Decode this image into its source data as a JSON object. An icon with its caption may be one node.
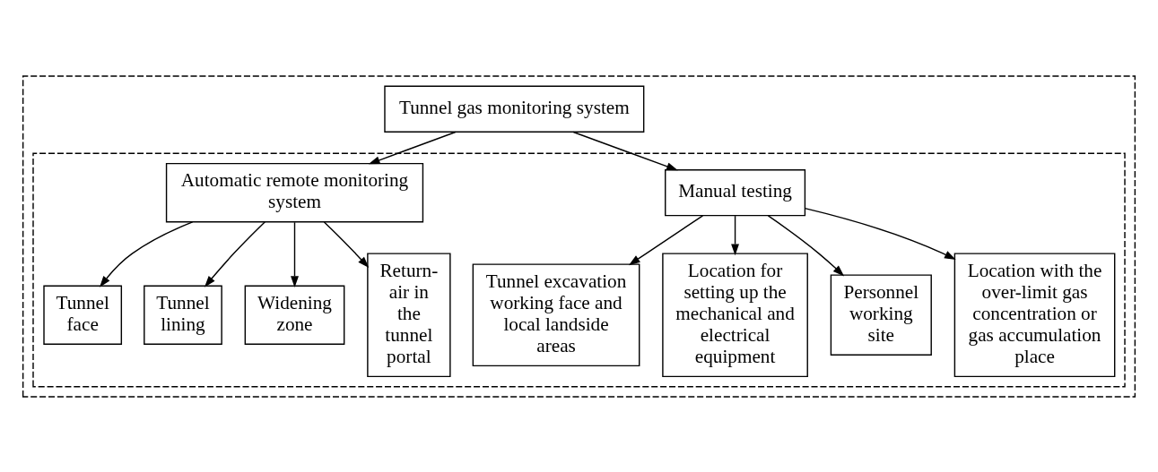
{
  "diagram": {
    "nodes": [
      {
        "text": [],
        "shape": "box"
      },
      {
        "text": [
          "Tunnel gas monitoring system"
        ],
        "in": 0
      },
      {
        "text": [],
        "shape": "box",
        "in": 0
      },
      {
        "text": [
          "Manual testing"
        ],
        "in": 2
      },
      {
        "text": [
          "Automatic remote monitoring system"
        ],
        "in": 2
      },
      {
        "text": [
          "Tunnel excavation working face and local landside areas"
        ],
        "in": 2
      },
      {
        "text": [
          "Location for setting up the mechanical and electrical equipment"
        ],
        "in": 2
      },
      {
        "text": [
          "Personnel working site"
        ],
        "in": 2
      },
      {
        "text": [
          "Location with the over-limit gas concentration or gas accumulation place"
        ],
        "in": 2
      },
      {
        "text": [
          "Tunnel face"
        ],
        "in": 2
      },
      {
        "text": [
          "Tunnel lining"
        ],
        "in": 2
      },
      {
        "text": [
          "Widening zone"
        ],
        "in": 2
      },
      {
        "text": [
          "Return-air in the tunnel portal"
        ],
        "in": 2
      }
    ],
    "edges": [
      {
        "from": 1,
        "to": 3,
        "arrow": "to"
      },
      {
        "from": 1,
        "to": 4,
        "arrow": "to"
      },
      {
        "from": 3,
        "to": 5,
        "arrow": "to"
      },
      {
        "from": 3,
        "to": 6,
        "arrow": "to"
      },
      {
        "from": 3,
        "to": 7,
        "arrow": "to"
      },
      {
        "from": 3,
        "to": 8,
        "arrow": "to"
      },
      {
        "from": 4,
        "to": 9,
        "arrow": "to"
      },
      {
        "from": 4,
        "to": 10,
        "arrow": "to"
      },
      {
        "from": 4,
        "to": 11,
        "arrow": "to"
      },
      {
        "from": 4,
        "to": 12,
        "arrow": "to"
      }
    ]
  }
}
